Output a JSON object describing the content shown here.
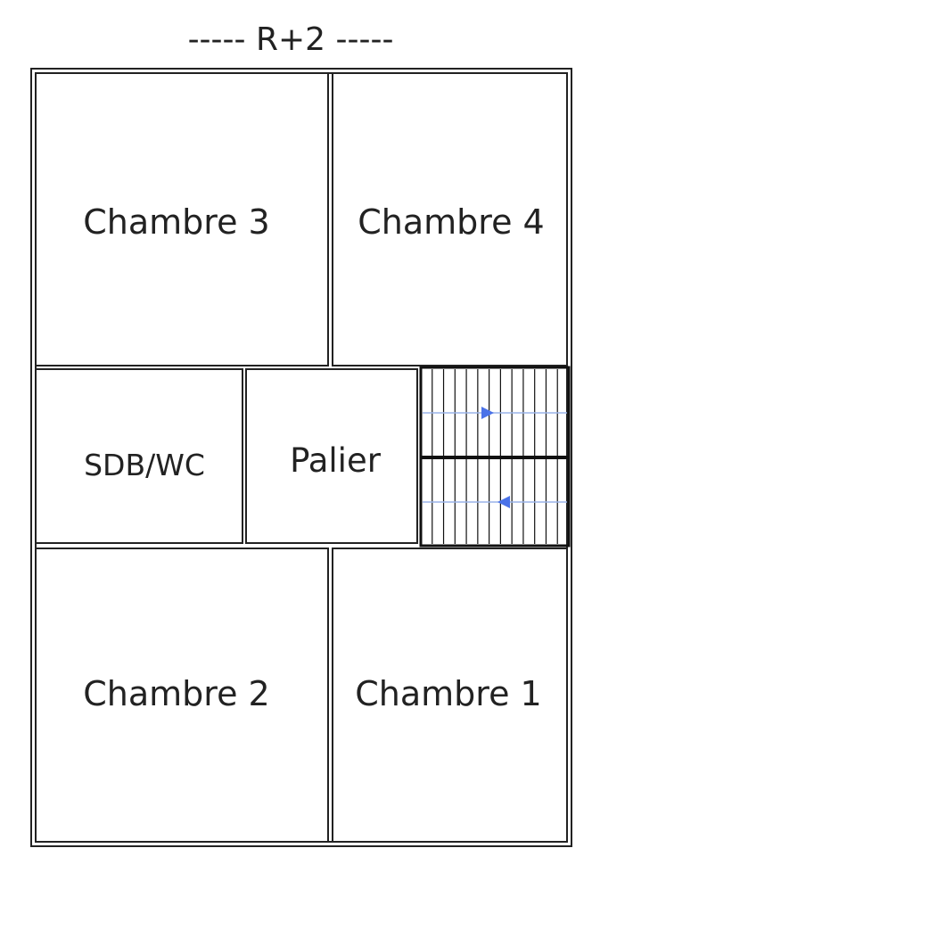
{
  "title": "-----  R+2  -----",
  "rooms": {
    "chambre3": "Chambre 3",
    "chambre4": "Chambre 4",
    "sdb": "SDB/WC",
    "palier": "Palier",
    "chambre2": "Chambre 2",
    "chambre1": "Chambre 1"
  },
  "stair": {
    "arrow_color": "#4a72e8",
    "line_color": "#9ab4e8"
  },
  "wall_color": "#222222"
}
